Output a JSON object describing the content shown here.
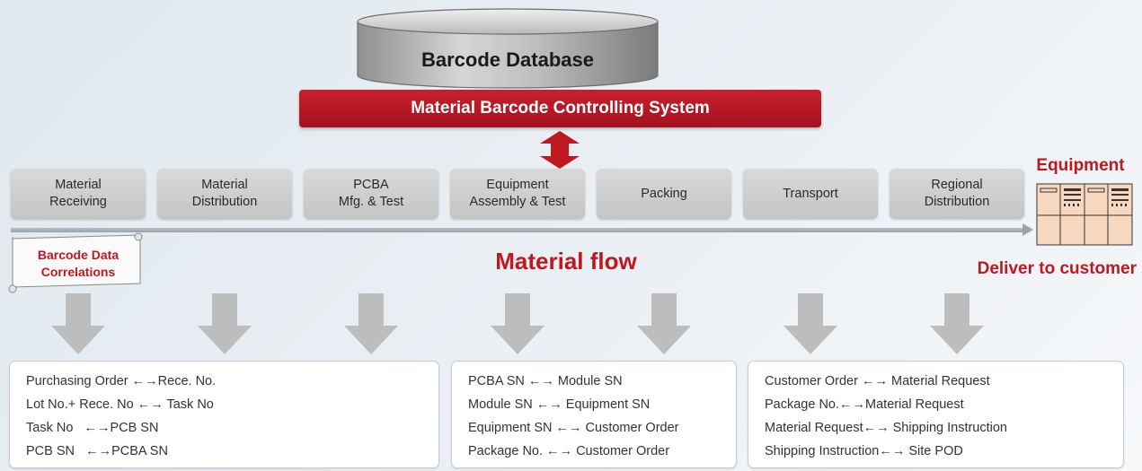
{
  "database": {
    "label": "Barcode Database"
  },
  "system": {
    "label": "Material Barcode Controlling System"
  },
  "stages": [
    {
      "line1": "Material",
      "line2": "Receiving"
    },
    {
      "line1": "Material",
      "line2": "Distribution"
    },
    {
      "line1": "PCBA",
      "line2": "Mfg. & Test"
    },
    {
      "line1": "Equipment",
      "line2": "Assembly & Test"
    },
    {
      "line1": "Packing",
      "line2": ""
    },
    {
      "line1": "Transport",
      "line2": ""
    },
    {
      "line1": "Regional",
      "line2": "Distribution"
    }
  ],
  "equipment": {
    "title": "Equipment"
  },
  "material_flow": {
    "label": "Material flow"
  },
  "deliver": {
    "label": "Deliver to customer"
  },
  "scroll": {
    "line1": "Barcode Data",
    "line2": "Correlations"
  },
  "boxes": [
    {
      "lines": [
        "Purchasing Order ←→Rece. No.",
        "Lot No.+ Rece. No ←→ Task No",
        "Task No   ←→PCB SN",
        "PCB SN   ←→PCBA SN"
      ]
    },
    {
      "lines": [
        "PCBA SN ←→ Module SN",
        "Module SN ←→ Equipment SN",
        "Equipment SN ←→ Customer Order",
        "Package No. ←→ Customer Order"
      ]
    },
    {
      "lines": [
        "Customer Order ←→ Material Request",
        "Package No.←→Material Request",
        "Material Request←→ Shipping Instruction",
        "Shipping Instruction←→ Site POD"
      ]
    }
  ],
  "colors": {
    "accent_red": "#c0181f",
    "stage_grey": "#cfcfcf",
    "arrow_grey": "#bdbdbd"
  }
}
